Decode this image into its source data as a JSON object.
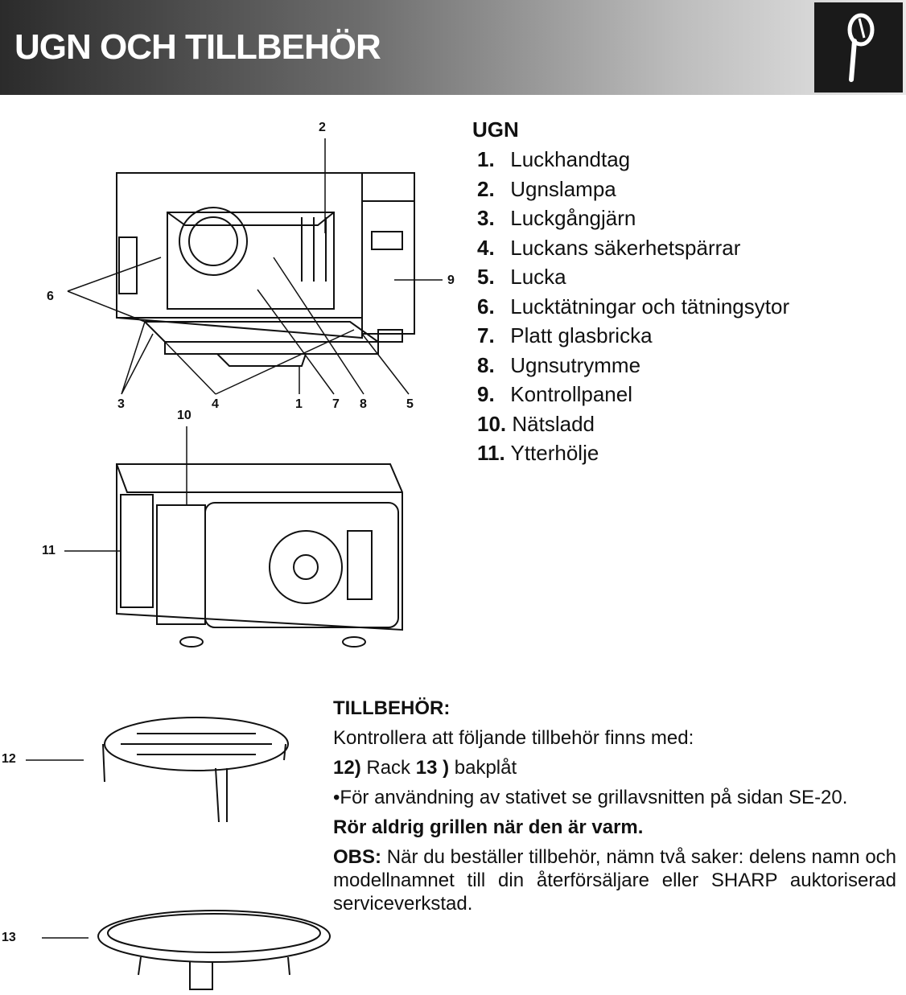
{
  "header": {
    "title": "UGN OCH TILLBEHÖR",
    "badge_icon": "hand-pointer-icon"
  },
  "oven": {
    "heading": "UGN",
    "items": [
      {
        "num": "1.",
        "label": "Luckhandtag"
      },
      {
        "num": "2.",
        "label": "Ugnslampa"
      },
      {
        "num": "3.",
        "label": "Luckgångjärn"
      },
      {
        "num": "4.",
        "label": "Luckans säkerhetspärrar"
      },
      {
        "num": "5.",
        "label": "Lucka"
      },
      {
        "num": "6.",
        "label": "Lucktätningar och tätningsytor"
      },
      {
        "num": "7.",
        "label": "Platt glasbricka"
      },
      {
        "num": "8.",
        "label": "Ugnsutrymme"
      },
      {
        "num": "9.",
        "label": "Kontrollpanel"
      },
      {
        "num": "10.",
        "label": "Nätsladd"
      },
      {
        "num": "11.",
        "label": "Ytterhölje"
      }
    ]
  },
  "callouts": [
    "1",
    "2",
    "3",
    "4",
    "5",
    "6",
    "7",
    "8",
    "9",
    "10",
    "11",
    "12",
    "13"
  ],
  "accessories": {
    "heading": "TILLBEHÖR:",
    "intro": "Kontrollera att följande tillbehör finns med:",
    "item12_num": "12)",
    "item12_label": "Rack",
    "item13_num": "13 )",
    "item13_label": "bakplåt",
    "note": "•För användning av stativet se grillavsnitten på sidan SE-20.",
    "warning": "Rör aldrig grillen när den är varm.",
    "obs_label": "OBS:",
    "obs_text": "När du beställer tillbehör, nämn två saker: delens namn och modellnamnet till din återförsäljare eller SHARP auktoriserad serviceverkstad."
  }
}
